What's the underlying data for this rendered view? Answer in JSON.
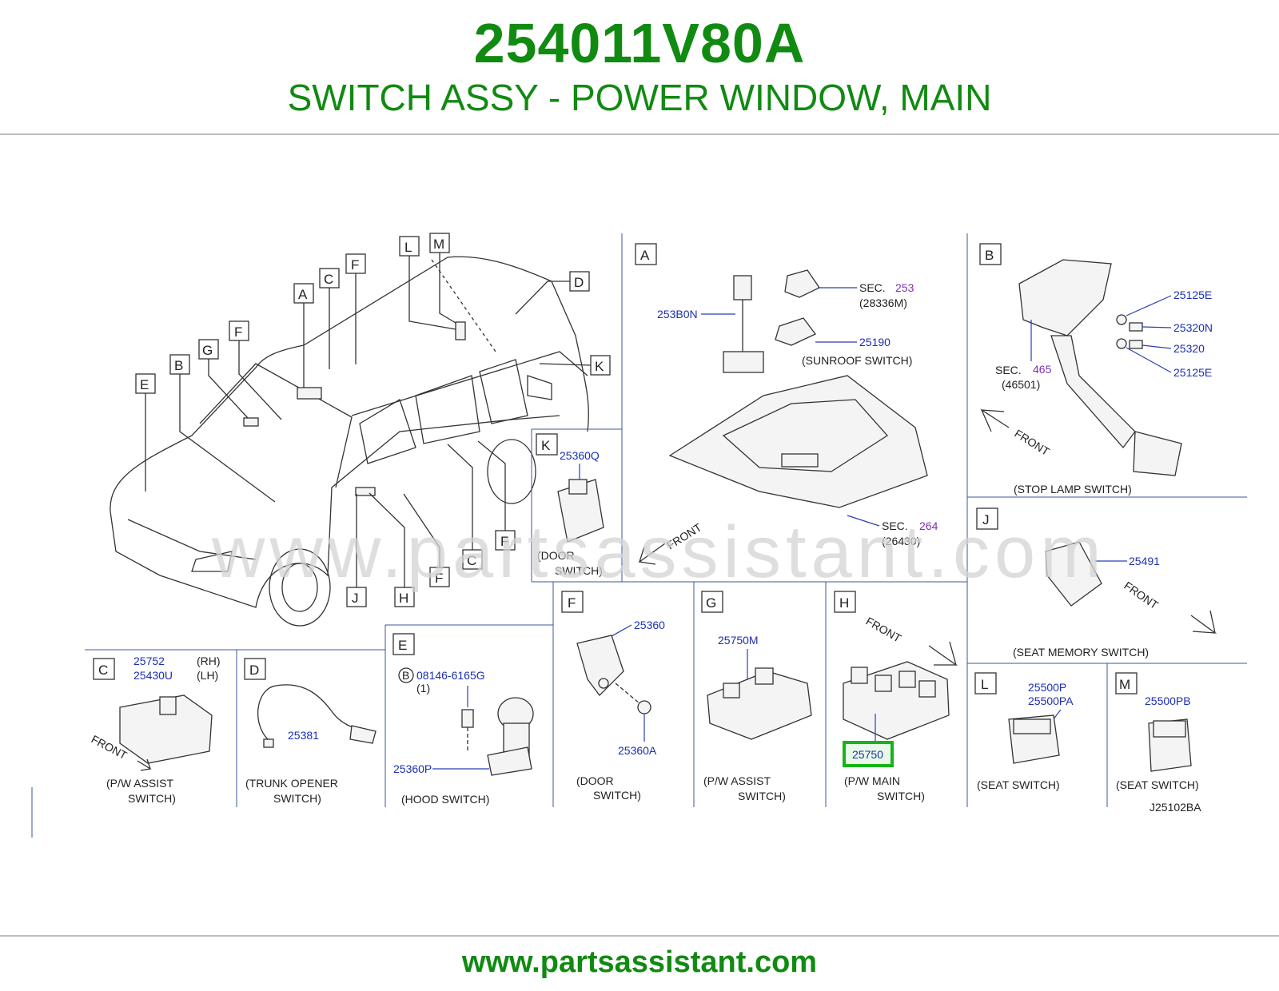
{
  "header": {
    "part_number": "254011V80A",
    "description": "SWITCH ASSY - POWER WINDOW, MAIN"
  },
  "footer": {
    "website": "www.partsassistant.com"
  },
  "watermark": "www.partsassistant.com",
  "diagram_code": "J25102BA",
  "highlight_color": "#17b417",
  "brand_color": "#118a11",
  "car_callouts": [
    "A",
    "B",
    "C",
    "D",
    "E",
    "F",
    "F",
    "F",
    "F",
    "G",
    "H",
    "J",
    "K",
    "L",
    "M",
    "C"
  ],
  "sections": {
    "A": {
      "letter": "A",
      "parts": [
        "253B0N",
        "25190"
      ],
      "sec_prefix": "SEC.",
      "sec1": "253",
      "sec1_ref": "(28336M)",
      "sec2": "264",
      "sec2_ref": "(26430)",
      "caption": "(SUNROOF   SWITCH)",
      "front": "FRONT"
    },
    "B": {
      "letter": "B",
      "parts": [
        "25125E",
        "25320N",
        "25320",
        "25125E"
      ],
      "sec_prefix": "SEC.",
      "sec": "465",
      "sec_ref": "(46501)",
      "front": "FRONT",
      "caption": "(STOP   LAMP   SWITCH)"
    },
    "K": {
      "letter": "K",
      "part": "25360Q",
      "caption1": "(DOOR",
      "caption2": "SWITCH)"
    },
    "J": {
      "letter": "J",
      "part": "25491",
      "front": "FRONT",
      "caption": "(SEAT   MEMORY   SWITCH)"
    },
    "C": {
      "letter": "C",
      "part1": "25752",
      "side1": "(RH)",
      "part2": "25430U",
      "side2": "(LH)",
      "front": "FRONT",
      "caption1": "(P/W   ASSIST",
      "caption2": "SWITCH)"
    },
    "D": {
      "letter": "D",
      "part": "25381",
      "caption1": "(TRUNK   OPENER",
      "caption2": "SWITCH)"
    },
    "E": {
      "letter": "E",
      "bolt_mark": "B",
      "bolt": "08146-6165G",
      "bolt_qty": "(1)",
      "part": "25360P",
      "caption": "(HOOD   SWITCH)"
    },
    "F": {
      "letter": "F",
      "part1": "25360",
      "part2": "25360A",
      "caption1": "(DOOR",
      "caption2": "SWITCH)"
    },
    "G": {
      "letter": "G",
      "part": "25750M",
      "caption1": "(P/W   ASSIST",
      "caption2": "SWITCH)"
    },
    "H": {
      "letter": "H",
      "part": "25750",
      "front": "FRONT",
      "caption1": "(P/W   MAIN",
      "caption2": "SWITCH)"
    },
    "L": {
      "letter": "L",
      "part1": "25500P",
      "part2": "25500PA",
      "caption": "(SEAT   SWITCH)"
    },
    "M": {
      "letter": "M",
      "part": "25500PB",
      "caption": "(SEAT   SWITCH)"
    }
  }
}
